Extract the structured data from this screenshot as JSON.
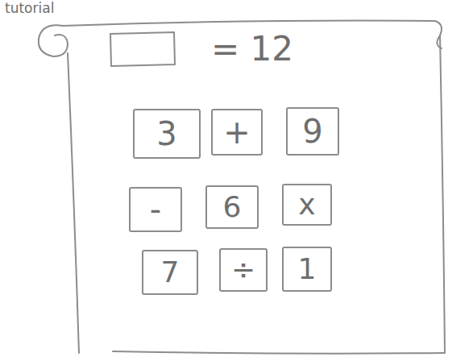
{
  "diagram": {
    "nodes": [
      {
        "text": [
          "3"
        ]
      },
      {
        "text": [
          "+"
        ]
      },
      {
        "text": [
          "9"
        ]
      },
      {
        "text": [
          "-"
        ]
      },
      {
        "text": [
          "6"
        ]
      },
      {
        "text": [
          "x"
        ]
      },
      {
        "text": [
          "7"
        ]
      },
      {
        "text": [
          "÷"
        ]
      },
      {
        "text": [
          "1"
        ]
      }
    ],
    "labels": [
      "tutorial",
      "= 12"
    ]
  }
}
